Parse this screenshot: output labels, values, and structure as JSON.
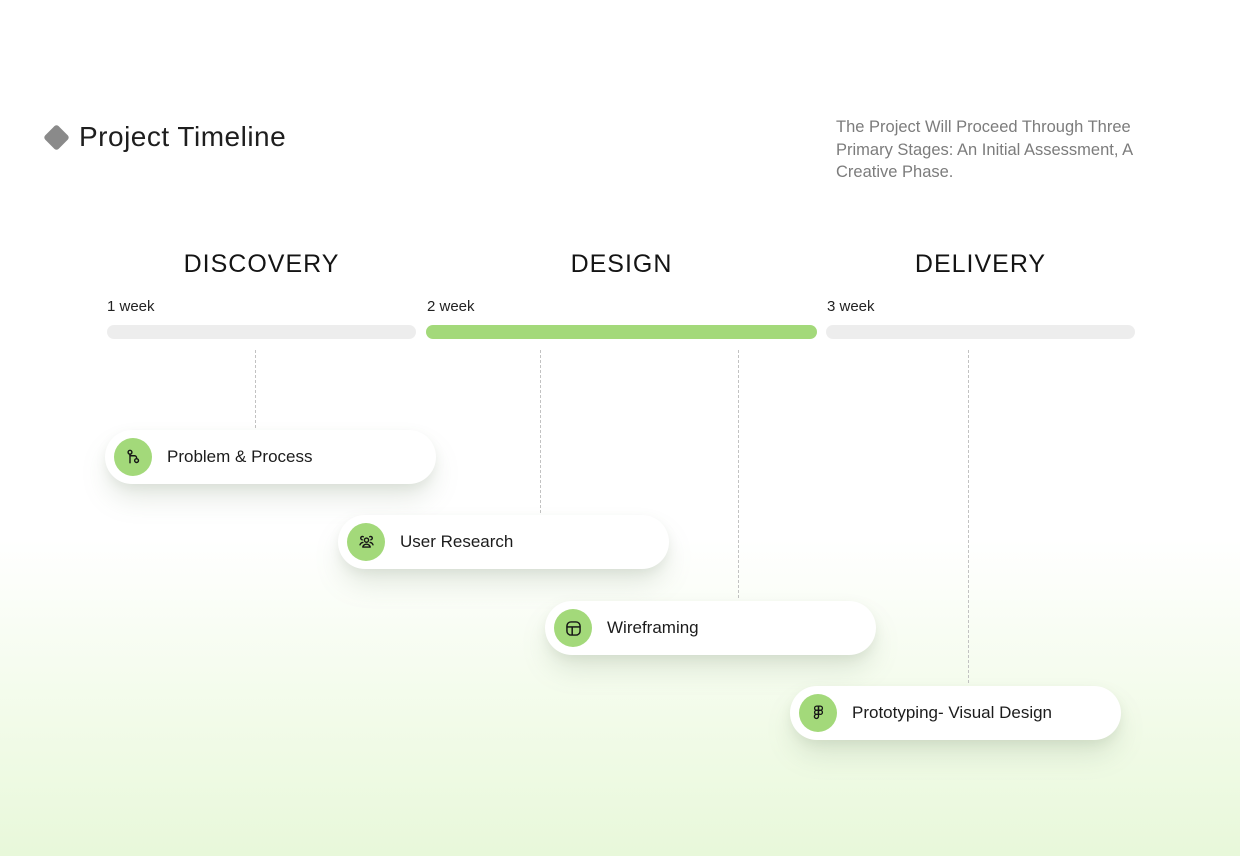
{
  "page": {
    "title": "Project Timeline",
    "description": "The Project Will Proceed Through Three Primary Stages: An Initial Assessment, A Creative Phase."
  },
  "colors": {
    "accent_green": "#a3d97a",
    "bar_gray": "#ededed",
    "background_bottom_green": "#e8f8da",
    "diamond_gray": "#8a8a8a",
    "dashed_line_gray": "#c2c2c2",
    "heading_text": "#141414",
    "description_text": "#7c7c7c"
  },
  "stages": [
    {
      "name": "DISCOVERY",
      "duration": "1 week",
      "bar_color": "#ededed"
    },
    {
      "name": "DESIGN",
      "duration": "2 week",
      "bar_color": "#a3d97a"
    },
    {
      "name": "DELIVERY",
      "duration": "3 week",
      "bar_color": "#ededed"
    }
  ],
  "milestones": [
    {
      "label": "Problem & Process",
      "icon": "git-branch-icon"
    },
    {
      "label": "User Research",
      "icon": "users-icon"
    },
    {
      "label": "Wireframing",
      "icon": "layout-icon"
    },
    {
      "label": "Prototyping- Visual Design",
      "icon": "figma-icon"
    }
  ]
}
